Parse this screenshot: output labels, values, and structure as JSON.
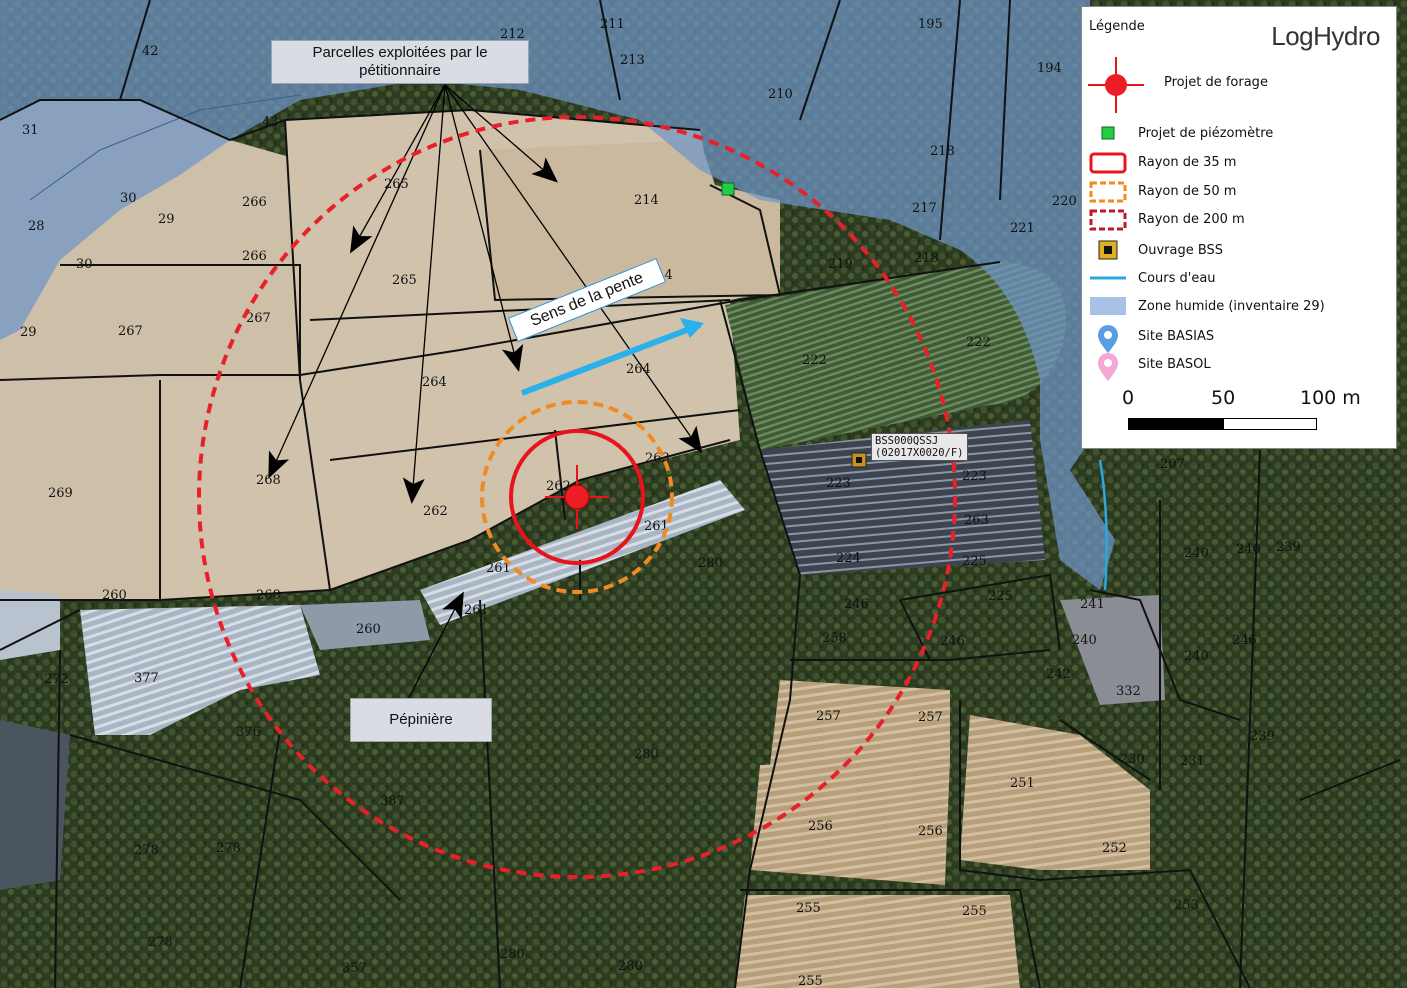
{
  "callouts": {
    "parcels": "Parcelles exploitées par le pétitionnaire",
    "nursery": "Pépinière"
  },
  "slope_label": "Sens de la pente",
  "bss_label": [
    "BSS000QSSJ",
    "(02017X0020/F)"
  ],
  "parcel_numbers": [
    "42",
    "212",
    "211",
    "213",
    "195",
    "194",
    "31",
    "43",
    "210",
    "218",
    "30",
    "29",
    "266",
    "265",
    "214",
    "219",
    "218",
    "217",
    "220",
    "221",
    "28",
    "266",
    "214",
    "30",
    "265",
    "267",
    "29",
    "267",
    "264",
    "222",
    "222",
    "264",
    "263",
    "269",
    "268",
    "262",
    "262",
    "261",
    "223",
    "223",
    "207",
    "240",
    "240",
    "239",
    "263",
    "261",
    "260",
    "280",
    "224",
    "225",
    "268",
    "260",
    "377",
    "272",
    "261",
    "246",
    "258",
    "225",
    "246",
    "241",
    "240",
    "246",
    "240",
    "242",
    "332",
    "376",
    "257",
    "257",
    "231",
    "239",
    "280",
    "251",
    "230",
    "387",
    "256",
    "256",
    "252",
    "278",
    "278",
    "255",
    "255",
    "253",
    "278",
    "357",
    "280",
    "280",
    "255"
  ],
  "legend": {
    "title": "Légende",
    "brand": "LogHydro",
    "items": [
      {
        "label": "Projet de forage",
        "icon": "drilling-target-icon"
      },
      {
        "label": "Projet de piézomètre",
        "icon": "green-square-icon"
      },
      {
        "label": "Rayon de 35 m",
        "icon": "red-solid-outline-icon"
      },
      {
        "label": "Rayon de 50 m",
        "icon": "orange-dashed-outline-icon"
      },
      {
        "label": "Rayon de 200 m",
        "icon": "red-dashed-outline-icon"
      },
      {
        "label": "Ouvrage BSS",
        "icon": "bss-square-icon"
      },
      {
        "label": "Cours d'eau",
        "icon": "blue-line-icon"
      },
      {
        "label": "Zone humide (inventaire 29)",
        "icon": "blue-fill-icon"
      },
      {
        "label": "Site BASIAS",
        "icon": "blue-pin-icon"
      },
      {
        "label": "Site BASOL",
        "icon": "pink-pin-icon"
      }
    ],
    "scale": [
      "0",
      "50",
      "100 m"
    ]
  },
  "colors": {
    "wetland": "#6f95c8",
    "radius_200": "#e8202a",
    "radius_50": "#f08a24",
    "radius_35": "#e8141c",
    "stream": "#2aa8e0",
    "piezometer": "#22cc44",
    "field": "#cbbda4",
    "forest": "#2f3f22"
  }
}
